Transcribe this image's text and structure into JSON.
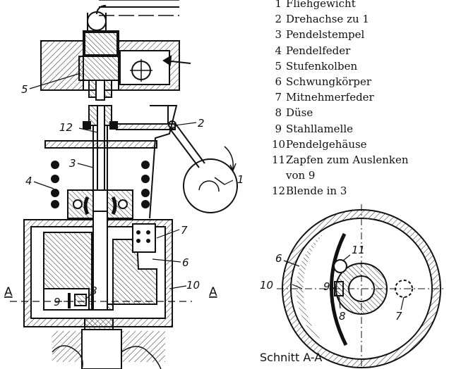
{
  "legend": [
    {
      "num": "1",
      "text": "Fliehgewicht"
    },
    {
      "num": "2",
      "text": "Drehachse zu 1"
    },
    {
      "num": "3",
      "text": "Pendelstempel"
    },
    {
      "num": "4",
      "text": "Pendelfeder"
    },
    {
      "num": "5",
      "text": "Stufenkolben"
    },
    {
      "num": "6",
      "text": "Schwungkörper"
    },
    {
      "num": "7",
      "text": "Mitnehmerfeder"
    },
    {
      "num": "8",
      "text": "Düse"
    },
    {
      "num": "9",
      "text": "Stahllamelle"
    },
    {
      "num": "10",
      "text": "Pendelgehäuse"
    },
    {
      "num": "11",
      "text": "Zapfen zum Auslenken",
      "cont": "von 9"
    },
    {
      "num": "12",
      "text": "Blende in 3"
    }
  ],
  "callouts": {
    "c1": "1",
    "c2": "2",
    "c3": "3",
    "c4": "4",
    "c5": "5",
    "c6": "6",
    "c7": "7",
    "c8": "8",
    "c9": "9",
    "c10": "10",
    "c12": "12",
    "s6": "6",
    "s7": "7",
    "s8": "8",
    "s9": "9",
    "s10": "10",
    "s11": "11"
  },
  "section_marks": {
    "left": "A",
    "right": "A"
  },
  "section_caption": "Schnitt A-A"
}
